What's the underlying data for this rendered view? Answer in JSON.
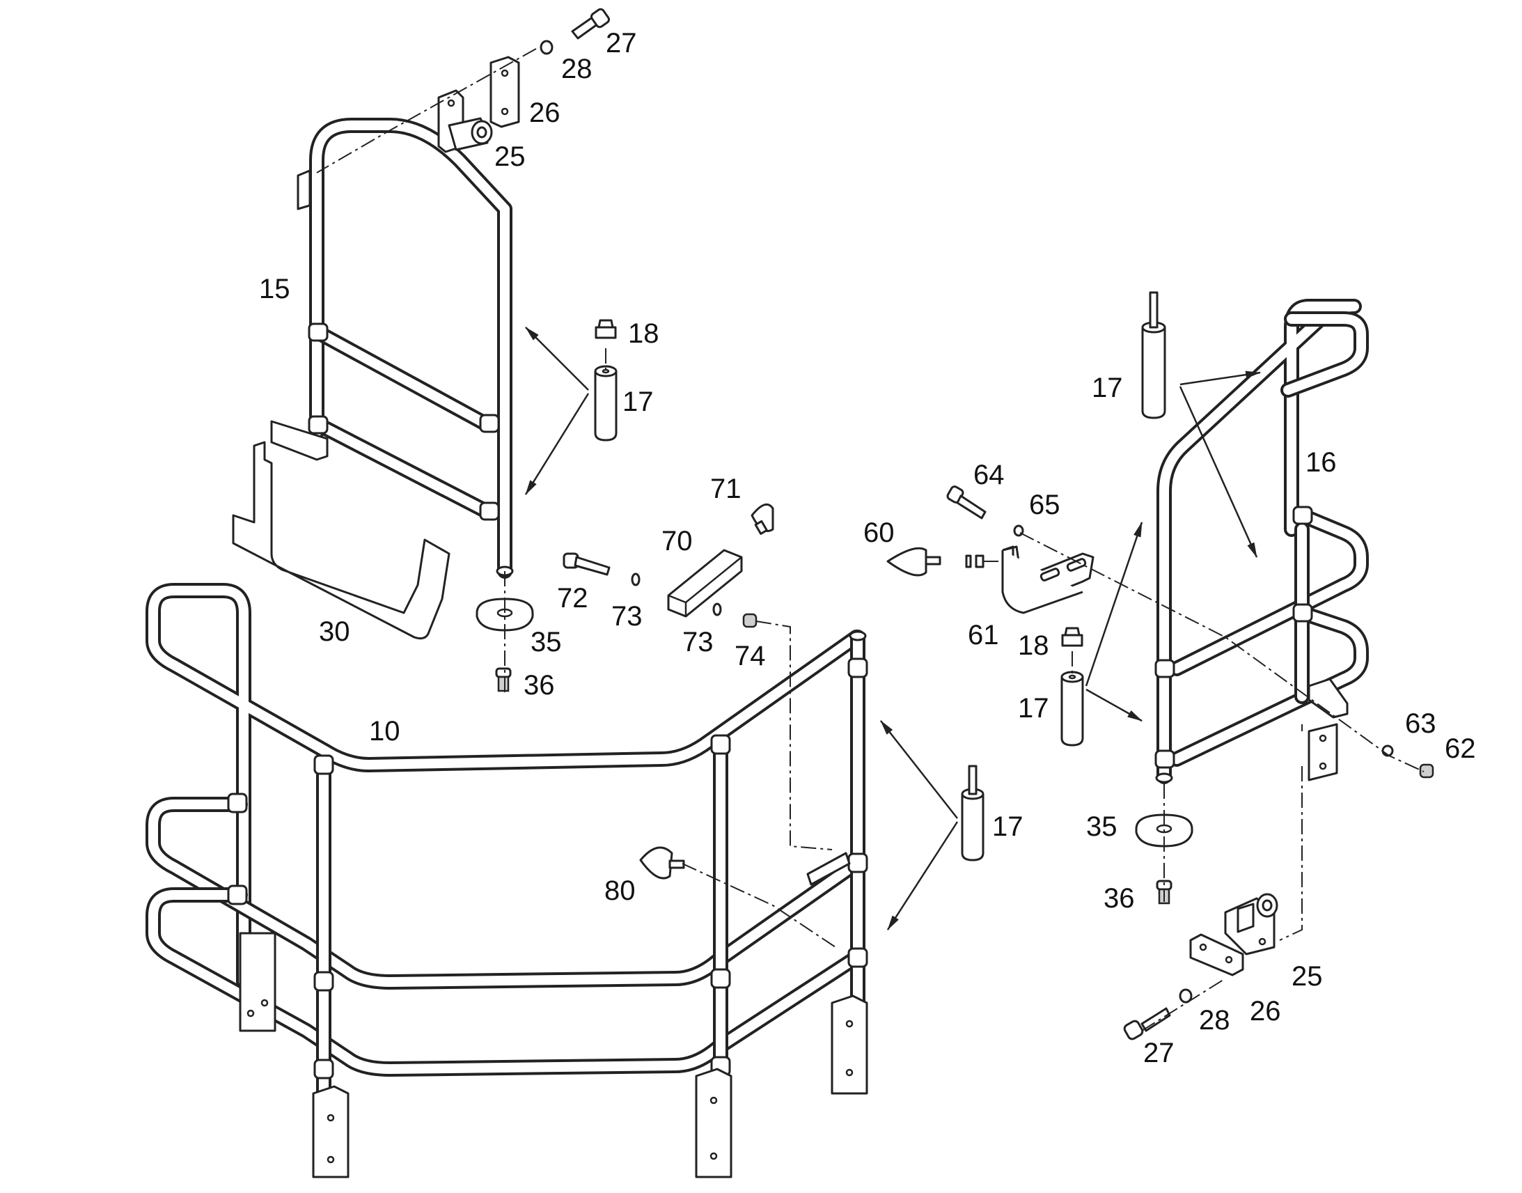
{
  "callouts": {
    "c10": "10",
    "c15": "15",
    "c16": "16",
    "c17a": "17",
    "c17b": "17",
    "c17c": "17",
    "c17d": "17",
    "c18a": "18",
    "c18b": "18",
    "c25a": "25",
    "c25b": "25",
    "c26a": "26",
    "c26b": "26",
    "c27a": "27",
    "c27b": "27",
    "c28a": "28",
    "c28b": "28",
    "c30": "30",
    "c35a": "35",
    "c35b": "35",
    "c36a": "36",
    "c36b": "36",
    "c60": "60",
    "c61": "61",
    "c62": "62",
    "c63": "63",
    "c64": "64",
    "c65": "65",
    "c70": "70",
    "c71": "71",
    "c72": "72",
    "c73a": "73",
    "c73b": "73",
    "c74": "74",
    "c80": "80"
  },
  "colors": {
    "line": "#222222",
    "background": "#ffffff",
    "shade": "#cfcfcf"
  }
}
